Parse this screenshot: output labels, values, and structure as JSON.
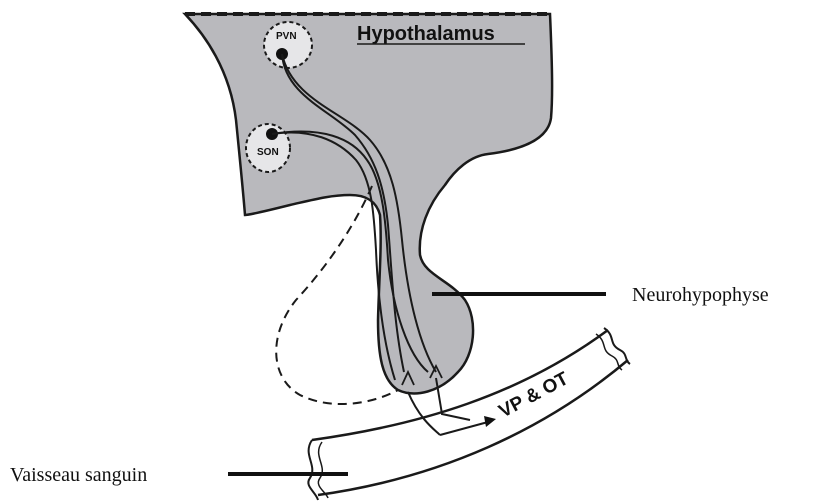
{
  "diagram": {
    "region_label": "Hypothalamus",
    "nuclei": [
      {
        "abbr": "PVN"
      },
      {
        "abbr": "SON"
      }
    ],
    "vessel_label": "VP & OT",
    "callouts": {
      "neurohypophyse": "Neurohypophyse",
      "vaisseau": "Vaisseau sanguin"
    },
    "colors": {
      "tissue_fill": "#b9b9bd",
      "outline": "#1a1a1a",
      "background": "#ffffff"
    }
  }
}
